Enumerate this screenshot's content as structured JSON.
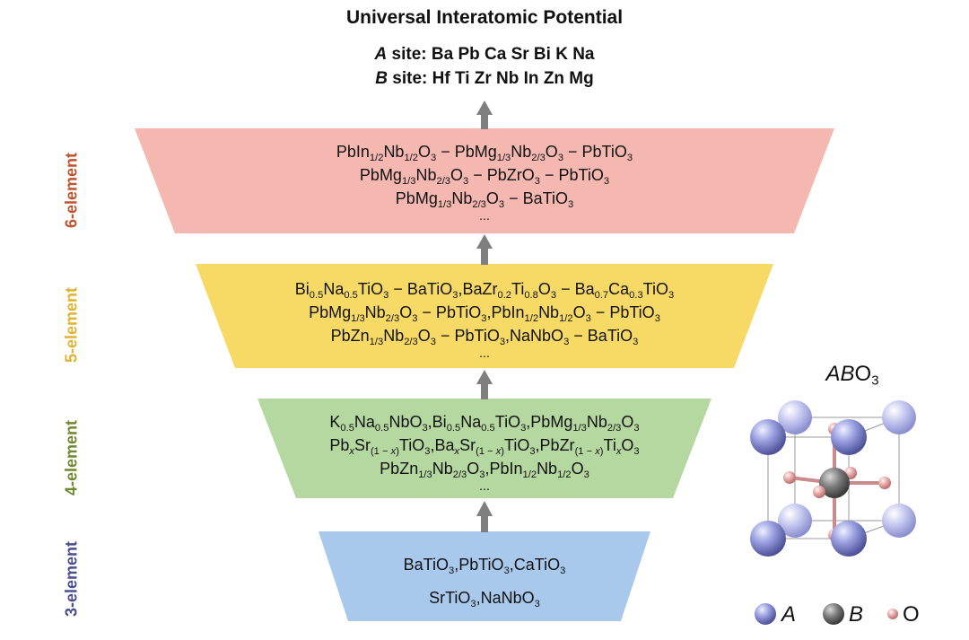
{
  "header": {
    "title": "Universal Interatomic Potential",
    "a_site_label": "A",
    "a_site_suffix": " site: ",
    "a_site_elements": "Ba Pb Ca Sr Bi K Na",
    "b_site_label": "B",
    "b_site_suffix": " site: ",
    "b_site_elements": "Hf Ti Zr Nb In Zn Mg"
  },
  "tiers": [
    {
      "label": "6-element",
      "label_color": "#c0542f",
      "fill": "#f4b8b1",
      "lines": [
        [
          [
            "Pb"
          ],
          [
            "In",
            "1/2"
          ],
          [
            "Nb",
            "1/2"
          ],
          [
            "O",
            "3"
          ],
          [
            " − Pb"
          ],
          [
            "Mg",
            "1/3"
          ],
          [
            "Nb",
            "2/3"
          ],
          [
            "O",
            "3"
          ],
          [
            " − PbTi"
          ],
          [
            "O",
            "3"
          ]
        ],
        [
          [
            "Pb"
          ],
          [
            "Mg",
            "1/3"
          ],
          [
            "Nb",
            "2/3"
          ],
          [
            "O",
            "3"
          ],
          [
            " − PbZr"
          ],
          [
            "O",
            "3"
          ],
          [
            " − PbTi"
          ],
          [
            "O",
            "3"
          ]
        ],
        [
          [
            "Pb"
          ],
          [
            "Mg",
            "1/3"
          ],
          [
            "Nb",
            "2/3"
          ],
          [
            "O",
            "3"
          ],
          [
            " − BaTi"
          ],
          [
            "O",
            "3"
          ]
        ]
      ],
      "ellipsis": "..."
    },
    {
      "label": "5-element",
      "label_color": "#e0b430",
      "fill": "#f7d966",
      "lines": [
        [
          [
            "Bi",
            "0.5"
          ],
          [
            "Na",
            "0.5"
          ],
          [
            "TiO",
            "3"
          ],
          [
            " − BaTiO",
            "3"
          ],
          [
            ",BaZr",
            "0.2"
          ],
          [
            "Ti",
            "0.8"
          ],
          [
            "O",
            "3"
          ],
          [
            " − Ba",
            "0.7"
          ],
          [
            "Ca",
            "0.3"
          ],
          [
            "TiO",
            "3"
          ]
        ],
        [
          [
            "Pb"
          ],
          [
            "Mg",
            "1/3"
          ],
          [
            "Nb",
            "2/3"
          ],
          [
            "O",
            "3"
          ],
          [
            " − PbTiO",
            "3"
          ],
          [
            ",Pb"
          ],
          [
            "In",
            "1/2"
          ],
          [
            "Nb",
            "1/2"
          ],
          [
            "O",
            "3"
          ],
          [
            " − PbTiO",
            "3"
          ]
        ],
        [
          [
            "Pb"
          ],
          [
            "Zn",
            "1/3"
          ],
          [
            "Nb",
            "2/3"
          ],
          [
            "O",
            "3"
          ],
          [
            " − PbTiO",
            "3"
          ],
          [
            ",NaNbO",
            "3"
          ],
          [
            " − BaTiO",
            "3"
          ]
        ]
      ],
      "ellipsis": "..."
    },
    {
      "label": "4-element",
      "label_color": "#6f8a2e",
      "fill": "#b5d8a0",
      "lines": [
        [
          [
            "K",
            "0.5"
          ],
          [
            "Na",
            "0.5"
          ],
          [
            "NbO",
            "3"
          ],
          [
            ",Bi",
            "0.5"
          ],
          [
            "Na",
            "0.5"
          ],
          [
            "TiO",
            "3"
          ],
          [
            ",Pb"
          ],
          [
            "Mg",
            "1/3"
          ],
          [
            "Nb",
            "2/3"
          ],
          [
            "O",
            "3"
          ]
        ],
        [
          [
            "Pb",
            "x"
          ],
          [
            "Sr",
            "(1 − x)"
          ],
          [
            "TiO",
            "3"
          ],
          [
            ",Ba",
            "x"
          ],
          [
            "Sr",
            "(1 − x)"
          ],
          [
            "TiO",
            "3"
          ],
          [
            ",PbZr",
            "(1 − x)"
          ],
          [
            "Ti",
            "x"
          ],
          [
            "O",
            "3"
          ]
        ],
        [
          [
            "Pb"
          ],
          [
            "Zn",
            "1/3"
          ],
          [
            "Nb",
            "2/3"
          ],
          [
            "O",
            "3"
          ],
          [
            ",Pb"
          ],
          [
            "In",
            "1/2"
          ],
          [
            "Nb",
            "1/2"
          ],
          [
            "O",
            "3"
          ]
        ]
      ],
      "ellipsis": "..."
    },
    {
      "label": "3-element",
      "label_color": "#4a4f8f",
      "fill": "#a9c9ec",
      "lines": [
        [
          [
            "BaTiO",
            "3"
          ],
          [
            ",PbTiO",
            "3"
          ],
          [
            ",CaTiO",
            "3"
          ]
        ],
        [
          [
            "SrTiO",
            "3"
          ],
          [
            ",NaNbO",
            "3"
          ]
        ]
      ],
      "ellipsis": ""
    }
  ],
  "structure": {
    "title_a": "AB",
    "title_o": "O",
    "title_sub": "3",
    "colors": {
      "A": "#8a8ed6",
      "B": "#6b6b6b",
      "O": "#e8a6a6",
      "bond_ab": "#c98b8b"
    }
  },
  "legend": [
    {
      "label": "A",
      "color": "#8a8ed6"
    },
    {
      "label": "B",
      "color": "#6b6b6b"
    },
    {
      "label": "O",
      "color": "#e8a6a6"
    }
  ],
  "arrow_color": "#7f7f7f"
}
